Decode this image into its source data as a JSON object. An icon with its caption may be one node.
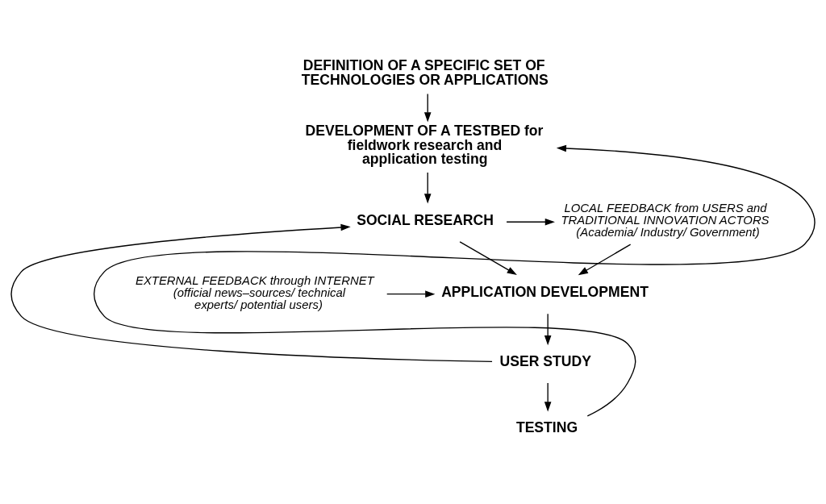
{
  "diagram": {
    "nodes": [
      {
        "text": [
          "DEFINITION OF A SPECIFIC SET OF TECHNOLOGIES OR APPLICATIONS"
        ]
      },
      {
        "text": [
          "DEVELOPMENT OF A TESTBED for fieldwork research and application testing"
        ]
      },
      {
        "text": [
          "SOCIAL RESEARCH"
        ]
      },
      {
        "text": [
          "LOCAL FEEDBACK from USERS and TRADITIONAL INNOVATION ACTORS",
          "(Academia/ Industry/ Government)"
        ]
      },
      {
        "text": [
          "APPLICATION DEVELOPMENT"
        ]
      },
      {
        "text": [
          "EXTERNAL FEEDBACK through INTERNET",
          "(official news–sources/ technical experts/ potential users)"
        ]
      },
      {
        "text": [
          "USER STUDY"
        ]
      },
      {
        "text": [
          "TESTING"
        ]
      }
    ],
    "edges": [
      {
        "from": 0,
        "to": 1,
        "arrow": "to"
      },
      {
        "from": 1,
        "to": 2,
        "arrow": "to"
      },
      {
        "from": 2,
        "to": 3,
        "arrow": "to"
      },
      {
        "from": 3,
        "to": 4,
        "arrow": "to"
      },
      {
        "from": 5,
        "to": 4,
        "arrow": "to"
      },
      {
        "from": 2,
        "to": 4,
        "arrow": "to"
      },
      {
        "from": 4,
        "to": 6,
        "arrow": "to"
      },
      {
        "from": 6,
        "to": 2,
        "arrow": "to"
      },
      {
        "from": 6,
        "to": 7,
        "arrow": "to"
      },
      {
        "from": 7,
        "to": 1,
        "arrow": "to"
      }
    ]
  }
}
